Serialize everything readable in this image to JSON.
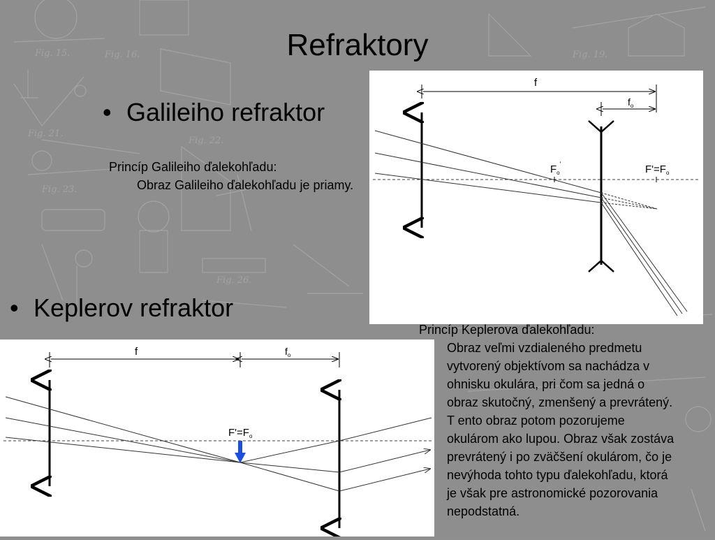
{
  "slide": {
    "title": "Refraktory",
    "bullets": [
      {
        "text": "Galileiho refraktor"
      },
      {
        "text": "Keplerov refraktor"
      }
    ],
    "galileo_text": {
      "heading": "Princíp Galileiho ďalekohľadu:",
      "body": "Obraz Galileiho ďalekohľadu je priamy."
    },
    "kepler_text": {
      "heading": "Princíp Keplerova ďalekohľadu:",
      "lines": [
        "Obraz veľmi vzdialeného predmetu",
        "vytvorený objektívom sa nachádza v",
        "ohnisku okulára, pri čom sa jedná o",
        "obraz skutočný, zmenšený a prevrátený.",
        "T ento obraz potom pozorujeme",
        "okulárom ako lupou. Obraz však zostáva",
        "prevrátený i po zväčšení okulárom, čo je",
        "nevýhoda tohto typu ďalekohľadu, ktorá",
        "je však pre astronomické pozorovania",
        "nepodstatná."
      ]
    },
    "galileo_diagram": {
      "label_f": "f",
      "label_fo": "f",
      "label_fo_sub": "o",
      "label_Fo_prime": "F",
      "label_Fo_prime_sub": "o",
      "label_Fo_prime_sup": "'",
      "label_Fprime_eq_Fo": "F'=F",
      "label_Fprime_eq_Fo_sub": "o"
    },
    "kepler_diagram": {
      "label_f": "f",
      "label_fo": "f",
      "label_fo_sub": "o",
      "label_Fprime_eq_Fo": "F'=F",
      "label_Fprime_eq_Fo_sub": "o",
      "arrow_color": "#1a4fe0"
    }
  }
}
